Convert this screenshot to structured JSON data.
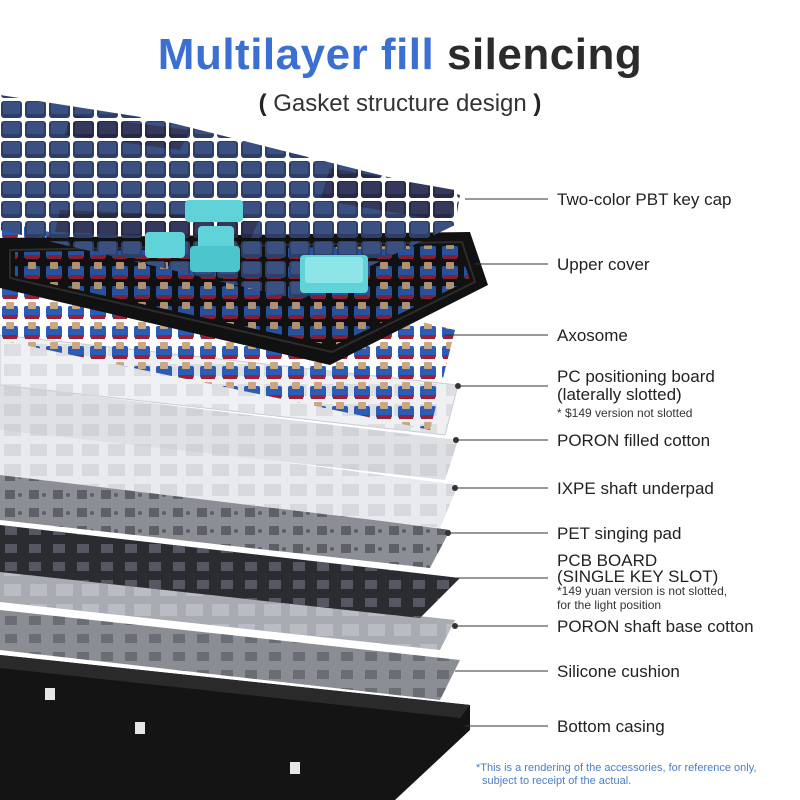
{
  "header": {
    "title_blue": "Multilayer fill",
    "title_dark": "silencing",
    "bracket_open": "(",
    "subtitle": "Gasket structure design",
    "bracket_close": ")"
  },
  "layers": [
    {
      "label": "Two-color PBT key cap"
    },
    {
      "label": "Upper cover"
    },
    {
      "label": "Axosome"
    },
    {
      "label": "PC positioning board",
      "label2": "(laterally slotted)",
      "note": "* $149 version not slotted"
    },
    {
      "label": "PORON filled cotton"
    },
    {
      "label": "IXPE shaft underpad"
    },
    {
      "label": "PET singing pad"
    },
    {
      "label": "PCB BOARD",
      "label2": "(SINGLE KEY SLOT)",
      "note": "*149 yuan version is not slotted,",
      "note2": "for the light position"
    },
    {
      "label": "PORON shaft base cotton"
    },
    {
      "label": "Silicone cushion"
    },
    {
      "label": "Bottom casing"
    }
  ],
  "footnote": {
    "line1": "*This is a rendering of the accessories, for reference only,",
    "line2": "subject to receipt of the actual."
  },
  "colors": {
    "title_blue": "#3b6fd1",
    "keycap_navy": "#2d3f66",
    "keycap_dark": "#272a44",
    "keycap_cyan": "#5fd3d8",
    "switch_blue": "#2a5cb8",
    "switch_red": "#9b2035",
    "frame_black": "#111111",
    "footnote_blue": "#4a7fc4"
  }
}
